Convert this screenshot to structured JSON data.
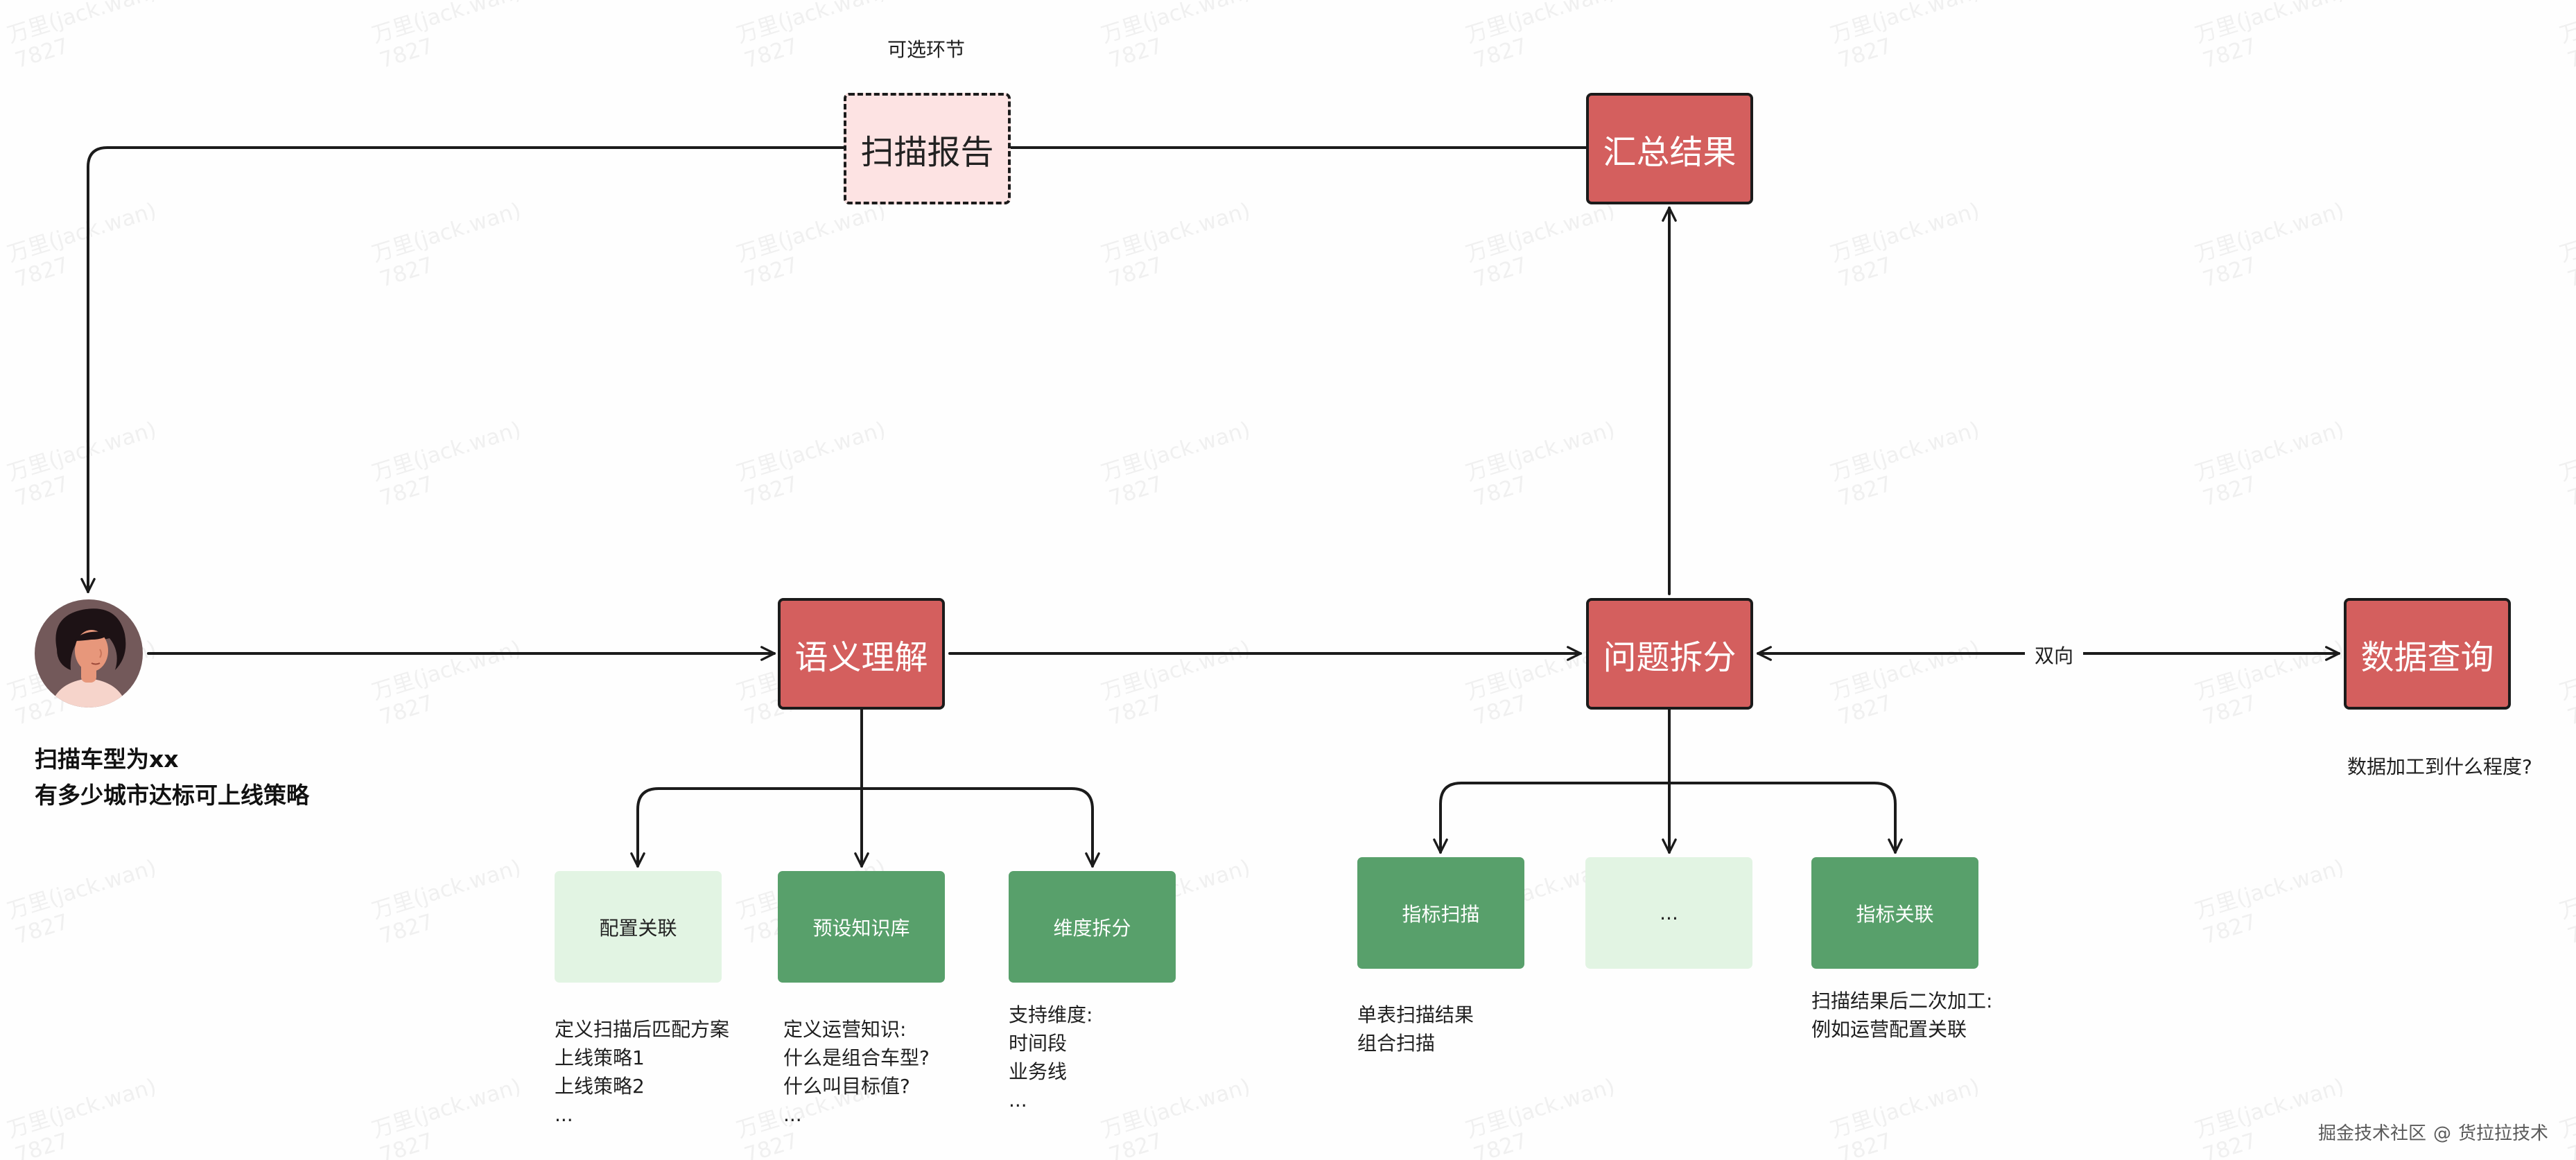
{
  "diagram": {
    "nodes": {
      "scan_report": "扫描报告",
      "summary": "汇总结果",
      "semantic": "语义理解",
      "split": "问题拆分",
      "data_query": "数据查询",
      "config_link": "配置关联",
      "knowledge_base": "预设知识库",
      "dimension_split": "维度拆分",
      "metric_scan": "指标扫描",
      "ellipsis": "...",
      "metric_link": "指标关联"
    },
    "optional_label": "可选环节",
    "bidirectional_label": "双向",
    "data_query_caption": "数据加工到什么程度?",
    "user_query": [
      "扫描车型为xx",
      "有多少城市达标可上线策略"
    ],
    "notes": {
      "config_link": [
        "定义扫描后匹配方案",
        "上线策略1",
        "上线策略2",
        "..."
      ],
      "knowledge_base": [
        "定义运营知识:",
        "什么是组合车型?",
        "什么叫目标值?",
        "..."
      ],
      "dimension_split": [
        "支持维度:",
        "时间段",
        "业务线",
        "..."
      ],
      "metric_scan": [
        "单表扫描结果",
        "组合扫描"
      ],
      "metric_link": [
        "扫描结果后二次加工:",
        "例如运营配置关联"
      ]
    }
  },
  "watermark": {
    "name": "万里(jack.wan)",
    "code": "7827"
  },
  "footer": {
    "site": "掘金技术社区",
    "at": "@",
    "author": "货拉拉技术"
  },
  "colors": {
    "main_node": "#d45f5e",
    "dashed_node": "#fde3e3",
    "sub_dark": "#58a06b",
    "sub_light": "#e2f4e3",
    "stroke": "#1b1b1b"
  },
  "icons": {
    "user": "user-avatar-icon"
  }
}
